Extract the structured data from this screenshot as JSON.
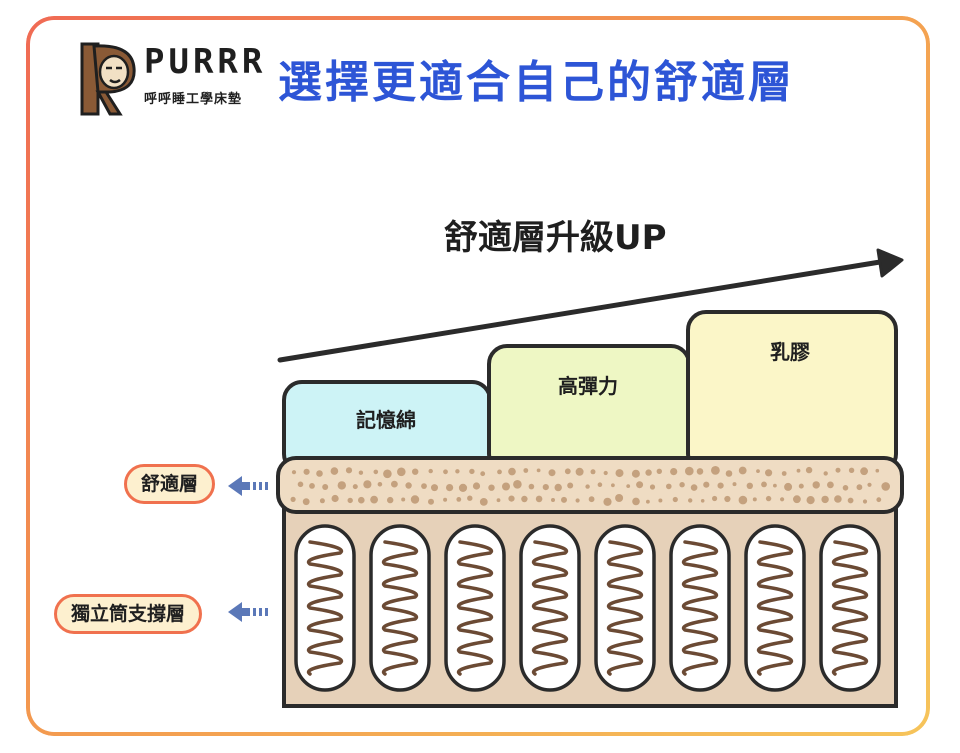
{
  "brand": {
    "word": "PURRR",
    "sub": "呼呼睡工學床墊"
  },
  "title": "選擇更適合自己的舒適層",
  "upgrade": {
    "label": "舒適層升級UP"
  },
  "layers": [
    {
      "label": "記憶綿",
      "color": "#cdf3f6"
    },
    {
      "label": "高彈力",
      "color": "#eef7c4"
    },
    {
      "label": "乳膠",
      "color": "#fbf6c8"
    }
  ],
  "callouts": {
    "comfort": "舒適層",
    "pocket": "獨立筒支撐層"
  },
  "colors": {
    "title": "#2d55d6",
    "outline": "#2b2b2b",
    "foam": "#efdcc3",
    "foam_dots": "#c4a17e",
    "spring_box": "#e6d1b9",
    "spring": "#6b4a34",
    "pill_border": "#f0714e",
    "pill_fill": "#fdf0cf",
    "arrow": "#5b78b8"
  },
  "icons": [
    "monkey-logo-icon",
    "arrow-left-icon"
  ]
}
